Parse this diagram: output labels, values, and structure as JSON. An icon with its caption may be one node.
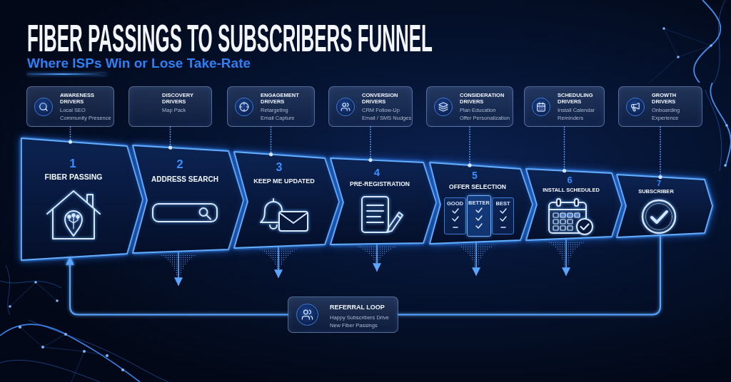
{
  "diagram": {
    "title": "FIBER PASSINGS TO SUBSCRIBERS FUNNEL",
    "nodes": [
      {
        "text": [
          "AWARENESS DRIVERS",
          "Local SEO",
          "Community Presence"
        ]
      },
      {
        "text": [
          "DISCOVERY DRIVERS",
          "Map Pack"
        ]
      },
      {
        "text": [
          "ENGAGEMENT DRIVERS",
          "Retargeting",
          "Email Capture"
        ]
      },
      {
        "text": [
          "CONVERSION DRIVERS",
          "CRM Follow-Up",
          "Email / SMS Nudges"
        ]
      },
      {
        "text": [
          "CONSIDERATION DRIVERS",
          "Plan Education",
          "Offer Personalization"
        ]
      },
      {
        "text": [
          "SCHEDULING DRIVERS",
          "Install Calendar",
          "Reminders"
        ]
      },
      {
        "text": [
          "GROWTH DRIVERS",
          "Onboarding",
          "Experience"
        ]
      },
      {
        "text": [
          "1",
          "FIBER PASSING"
        ]
      },
      {
        "text": [
          "2",
          "ADDRESS SEARCH"
        ]
      },
      {
        "text": [
          "3",
          "KEEP ME UPDATED"
        ]
      },
      {
        "text": [
          "4",
          "PRE-REGISTRATION"
        ]
      },
      {
        "text": [
          "5",
          "OFFER SELECTION",
          "GOOD",
          "BETTER",
          "BEST"
        ]
      },
      {
        "text": [
          "6",
          "INSTALL SCHEDULED"
        ]
      },
      {
        "text": [
          "7",
          "SUBSCRIBER"
        ]
      },
      {
        "text": [
          "REFERRAL LOOP",
          "Happy Subscribers Drive New Fiber Passings"
        ]
      }
    ],
    "edges": [
      {
        "from": 0,
        "to": 7,
        "arrow": "other",
        "style": "dashed"
      },
      {
        "from": 1,
        "to": 8,
        "arrow": "other",
        "style": "dashed"
      },
      {
        "from": 2,
        "to": 9,
        "arrow": "other",
        "style": "dashed"
      },
      {
        "from": 3,
        "to": 10,
        "arrow": "other",
        "style": "dashed"
      },
      {
        "from": 4,
        "to": 11,
        "arrow": "other",
        "style": "dashed"
      },
      {
        "from": 5,
        "to": 12,
        "arrow": "other",
        "style": "dashed"
      },
      {
        "from": 6,
        "to": 13,
        "arrow": "other",
        "style": "dashed"
      },
      {
        "from": 8,
        "to": null,
        "arrow": "to"
      },
      {
        "from": 9,
        "to": null,
        "arrow": "to"
      },
      {
        "from": 10,
        "to": null,
        "arrow": "to"
      },
      {
        "from": 11,
        "to": null,
        "arrow": "to"
      },
      {
        "from": 12,
        "to": null,
        "arrow": "to"
      },
      {
        "from": 13,
        "to": 14,
        "arrow": "none"
      },
      {
        "from": 14,
        "to": 7,
        "arrow": "to"
      }
    ],
    "labels": [
      "Where ISPs Win or Lose Take-Rate"
    ]
  }
}
